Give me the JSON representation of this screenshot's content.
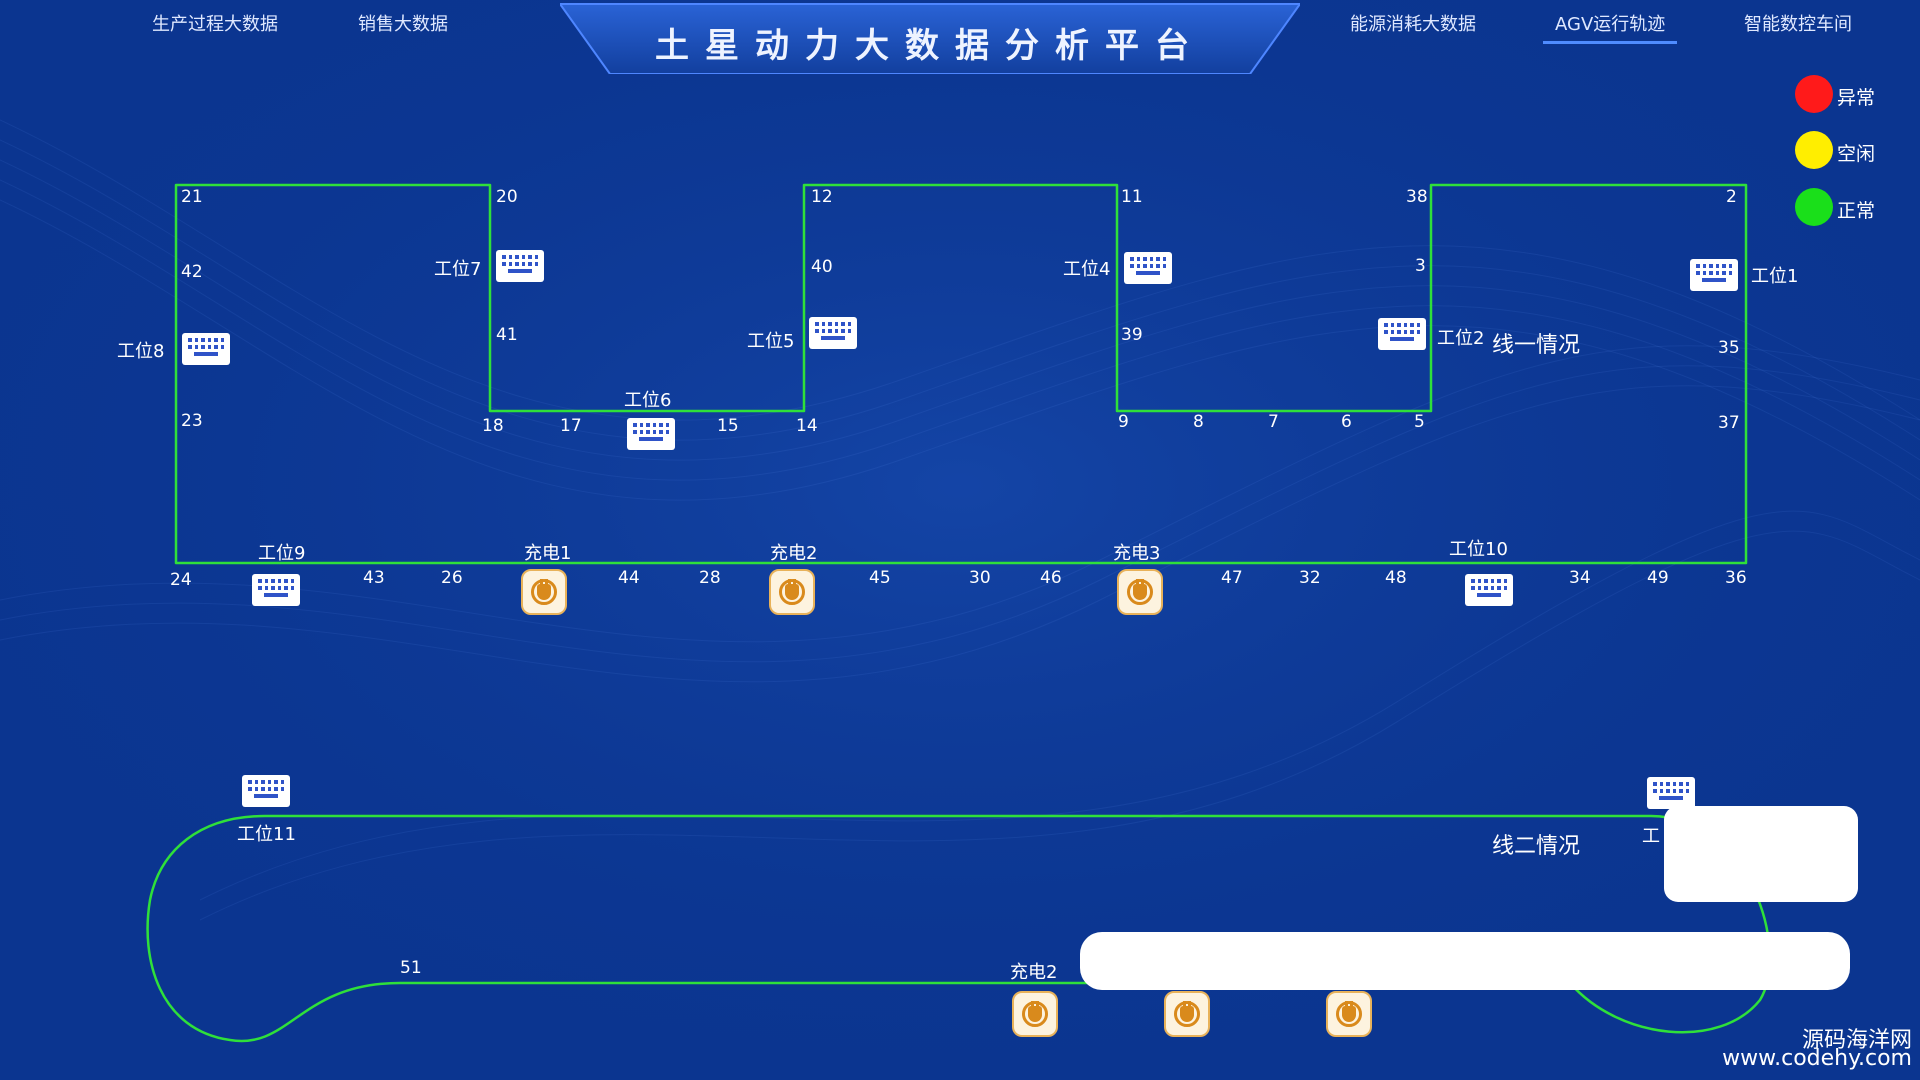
{
  "header": {
    "nav_left": [
      "生产过程大数据",
      "销售大数据"
    ],
    "title": "土星动力大数据分析平台",
    "nav_right": [
      "能源消耗大数据",
      "AGV运行轨迹",
      "智能数控车间"
    ],
    "active_tab": "AGV运行轨迹"
  },
  "legend": [
    {
      "label": "异常",
      "color": "#ff1a1a"
    },
    {
      "label": "空闲",
      "color": "#ffee00"
    },
    {
      "label": "正常",
      "color": "#1adf1a"
    }
  ],
  "colors": {
    "track": "#2fe03a",
    "background": "#0b3590",
    "charger_icon": "#d98a1c",
    "station_icon": "#2f53c8"
  },
  "line1": {
    "title": "线一情况",
    "nodes": [
      "21",
      "42",
      "23",
      "20",
      "41",
      "18",
      "17",
      "15",
      "14",
      "12",
      "40",
      "11",
      "39",
      "9",
      "8",
      "7",
      "6",
      "5",
      "38",
      "3",
      "2",
      "35",
      "37",
      "24",
      "43",
      "26",
      "44",
      "28",
      "45",
      "30",
      "46",
      "47",
      "32",
      "48",
      "34",
      "49",
      "36"
    ],
    "stations": [
      "工位1",
      "工位2",
      "工位4",
      "工位5",
      "工位6",
      "工位7",
      "工位8",
      "工位9",
      "工位10"
    ],
    "chargers": [
      "充电1",
      "充电2",
      "充电3"
    ]
  },
  "line2": {
    "title": "线二情况",
    "nodes": [
      "51"
    ],
    "stations": [
      "工位11",
      "工"
    ],
    "chargers": [
      "充电2"
    ]
  },
  "watermark": {
    "line1": "源码海洋网",
    "line2": "www.codehy.com"
  }
}
